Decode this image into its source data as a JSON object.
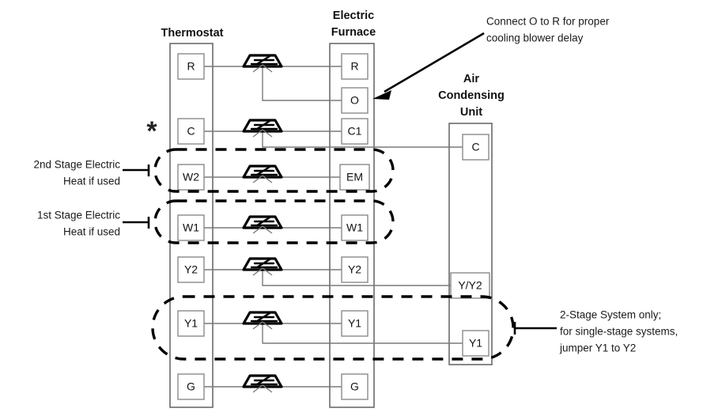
{
  "diagram": {
    "title_hidden": "Thermostat to Electric Furnace and Air Condensing Unit wiring",
    "marker": "*"
  },
  "units": {
    "thermostat": {
      "label": "Thermostat",
      "terminals": [
        "R",
        "C",
        "W2",
        "W1",
        "Y2",
        "Y1",
        "G"
      ]
    },
    "furnace": {
      "label_line1": "Electric",
      "label_line2": "Furnace",
      "terminals": [
        "R",
        "O",
        "C1",
        "EM",
        "W1",
        "Y2",
        "Y1",
        "G"
      ]
    },
    "condenser": {
      "label_line1": "Air",
      "label_line2": "Condensing",
      "label_line3": "Unit",
      "terminals": [
        "C",
        "Y/Y2",
        "Y1"
      ]
    }
  },
  "annotations": {
    "connect_o_to_r": {
      "line1": "Connect O to R for proper",
      "line2": "cooling blower delay"
    },
    "second_stage": {
      "line1": "2nd Stage Electric",
      "line2": "Heat if used"
    },
    "first_stage": {
      "line1": "1st Stage Electric",
      "line2": "Heat if used"
    },
    "two_stage": {
      "line1": "2-Stage System only;",
      "line2": "for single-stage systems,",
      "line3": "jumper Y1 to Y2"
    }
  },
  "colors": {
    "wire": "#7a7a7a",
    "box": "#6b6b6b",
    "ink": "#111111",
    "dash": "#000000",
    "background": "#ffffff"
  }
}
